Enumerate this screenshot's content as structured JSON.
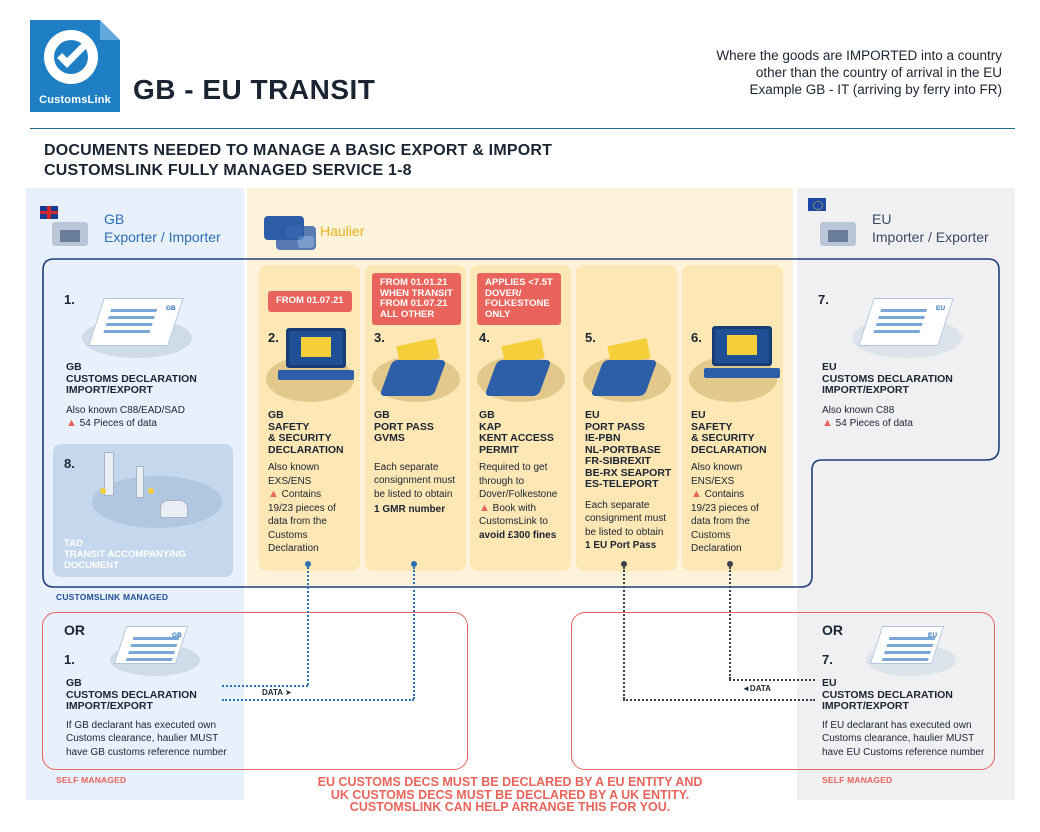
{
  "header": {
    "brand": "CustomsLink",
    "title": "GB - EU TRANSIT",
    "note_lines": [
      "Where the goods are IMPORTED into a country",
      "other than the country of arrival in the EU",
      "Example GB - IT (arriving by ferry into FR)"
    ],
    "subtitle_lines": [
      "DOCUMENTS NEEDED TO MANAGE A BASIC EXPORT & IMPORT",
      "CUSTOMSLINK FULLY MANAGED SERVICE 1-8"
    ]
  },
  "columns": {
    "gb": {
      "line1": "GB",
      "line2": "Exporter / Importer"
    },
    "haulier": {
      "label": "Haulier"
    },
    "eu": {
      "line1": "EU",
      "line2": "Importer / Exporter"
    }
  },
  "steps": [
    {
      "num": "1.",
      "doc_tag": "GB",
      "title_lines": [
        "GB",
        "CUSTOMS DECLARATION",
        "IMPORT/EXPORT"
      ],
      "body_lines": [
        "Also known C88/EAD/SAD"
      ],
      "warn": "54 Pieces of data"
    },
    {
      "num": "2.",
      "badge_lines": [
        "FROM 01.07.21"
      ],
      "title_lines": [
        "GB",
        "SAFETY",
        "& SECURITY",
        "DECLARATION"
      ],
      "body_lines": [
        "Also known",
        "EXS/ENS"
      ],
      "warn": "Contains",
      "after_warn_lines": [
        "19/23 pieces of",
        "data from the",
        "Customs",
        "Declaration"
      ]
    },
    {
      "num": "3.",
      "badge_lines": [
        "FROM 01.01.21",
        "WHEN TRANSIT",
        "FROM 01.07.21",
        "ALL OTHER"
      ],
      "title_lines": [
        "GB",
        "PORT PASS",
        "GVMS"
      ],
      "body_lines": [
        "Each separate",
        "consignment must",
        "be listed to obtain"
      ],
      "bold_line": "1 GMR  number"
    },
    {
      "num": "4.",
      "badge_lines": [
        "APPLIES <7.5T",
        "DOVER/",
        "FOLKESTONE",
        "ONLY"
      ],
      "title_lines": [
        "GB",
        "KAP",
        "KENT ACCESS",
        "PERMIT"
      ],
      "body_lines": [
        "Required to get",
        "through to",
        "Dover/Folkestone"
      ],
      "warn": "Book with",
      "after_warn_lines": [
        "CustomsLink to"
      ],
      "bold_line": "avoid £300 fines"
    },
    {
      "num": "5.",
      "title_lines": [
        "EU",
        "PORT PASS",
        "IE-PBN",
        "NL-PORTBASE",
        "FR-SIBREXIT",
        "BE-RX SEAPORT",
        "ES-TELEPORT"
      ],
      "body_lines": [
        "Each separate",
        "consignment must",
        "be listed to obtain"
      ],
      "bold_line": "1 EU Port Pass"
    },
    {
      "num": "6.",
      "title_lines": [
        "EU",
        "SAFETY",
        "& SECURITY",
        "DECLARATION"
      ],
      "body_lines": [
        "Also known",
        "ENS/EXS"
      ],
      "warn": "Contains",
      "after_warn_lines": [
        "19/23 pieces of",
        "data from the",
        "Customs",
        "Declaration"
      ]
    },
    {
      "num": "7.",
      "doc_tag": "EU",
      "title_lines": [
        "EU",
        "CUSTOMS DECLARATION",
        "IMPORT/EXPORT"
      ],
      "body_lines": [
        "Also known C88"
      ],
      "warn": "54 Pieces of data"
    },
    {
      "num": "8.",
      "title_lines": [
        "TAD",
        "TRANSIT ACCOMPANYING",
        "DOCUMENT"
      ]
    }
  ],
  "managed_label": "CUSTOMSLINK MANAGED",
  "self_managed": {
    "gb": {
      "or": "OR",
      "num": "1.",
      "doc_tag": "GB",
      "title_lines": [
        "GB",
        "CUSTOMS DECLARATION",
        "IMPORT/EXPORT"
      ],
      "body_lines": [
        "If GB declarant has executed own",
        "Customs clearance, haulier MUST",
        "have GB customs reference number"
      ],
      "label": "SELF MANAGED",
      "data_label": "DATA ➤"
    },
    "eu": {
      "or": "OR",
      "num": "7.",
      "doc_tag": "EU",
      "title_lines": [
        "EU",
        "CUSTOMS DECLARATION",
        "IMPORT/EXPORT"
      ],
      "body_lines": [
        "If EU declarant has executed own",
        "Customs clearance, haulier MUST",
        "have EU Customs reference number"
      ],
      "label": "SELF MANAGED",
      "data_label": "◄DATA"
    }
  },
  "footer_lines": [
    "EU CUSTOMS DECS MUST BE DECLARED BY A EU ENTITY AND",
    "UK CUSTOMS DECS MUST BE DECLARED BY A UK ENTITY.",
    "CUSTOMSLINK CAN HELP ARRANGE THIS FOR YOU."
  ],
  "colors": {
    "blue": "#1f7fc4",
    "navy": "#1f4f94",
    "red": "#e8645c",
    "haulier_bg": "#fdf3db",
    "card": "#fde7b4",
    "gb_bg": "#e7f0fb",
    "eu_bg": "#f0f0f2",
    "yellow_label": "#e8b21a"
  },
  "icons": [
    "customslink-logo",
    "gb-flag-icon",
    "eu-flag-icon",
    "warehouse-icon",
    "truck-icon",
    "document-icon",
    "laptop-icon",
    "phone-icon",
    "warning-icon",
    "landmarks-map-icon"
  ]
}
